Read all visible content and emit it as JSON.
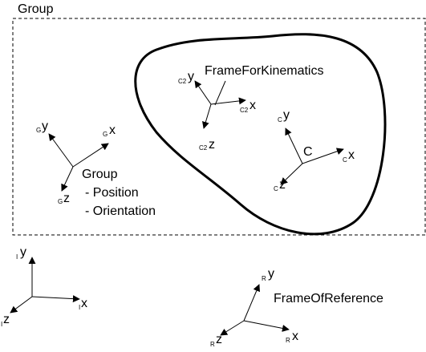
{
  "group_box": {
    "title": "Group"
  },
  "frames": {
    "group": {
      "prefix": "G",
      "x": "x",
      "y": "y",
      "z": "z"
    },
    "c2": {
      "prefix": "C2",
      "x": "x",
      "y": "y",
      "z": "z"
    },
    "c": {
      "prefix": "C",
      "x": "x",
      "y": "y",
      "z": "z"
    },
    "inertial": {
      "prefix": "I",
      "x": "x",
      "y": "y",
      "z": "z"
    },
    "reference": {
      "prefix": "R",
      "x": "x",
      "y": "y",
      "z": "z"
    }
  },
  "labels": {
    "frame_for_kinematics": "FrameForKinematics",
    "point_c": "C",
    "group_name": "Group",
    "group_position": "- Position",
    "group_orientation": "- Orientation",
    "frame_of_reference": "FrameOfReference"
  }
}
